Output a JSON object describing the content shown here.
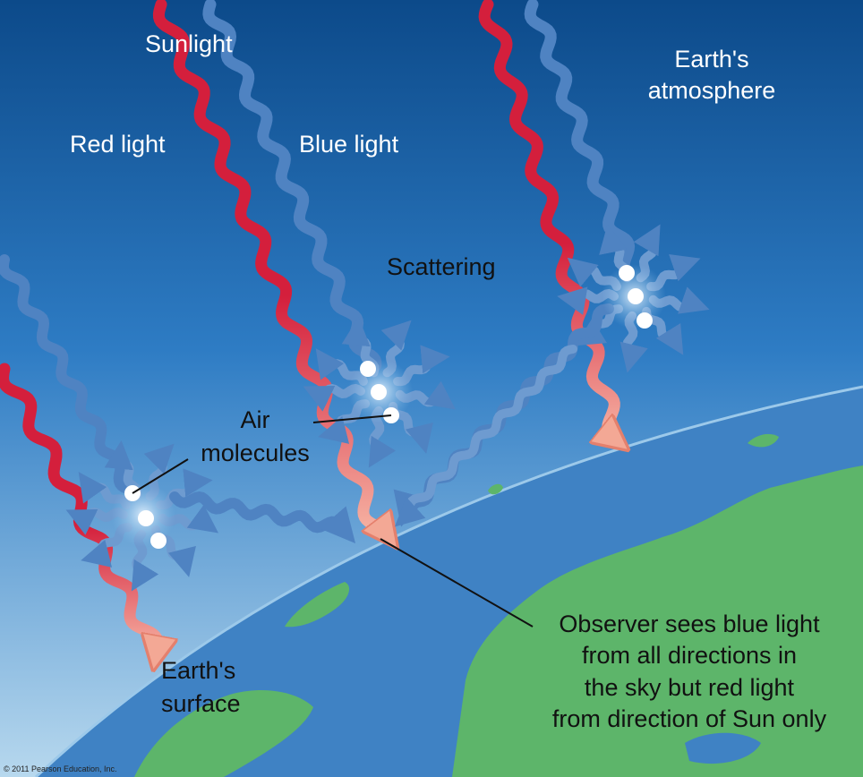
{
  "labels": {
    "sunlight": "Sunlight",
    "red_light": "Red light",
    "blue_light": "Blue light",
    "earths_atmosphere_line1": "Earth's",
    "earths_atmosphere_line2": "atmosphere",
    "scattering": "Scattering",
    "air_molecules_line1": "Air",
    "air_molecules_line2": "molecules",
    "earths_surface_line1": "Earth's",
    "earths_surface_line2": "surface",
    "observer_line1": "Observer sees blue light",
    "observer_line2": "from all directions in",
    "observer_line3": "the sky but red light",
    "observer_line4": "from direction of Sun only"
  },
  "credit": "© 2011 Pearson Education, Inc.",
  "colors": {
    "sky_top": "#0d4f8f",
    "sky_bottom": "#a9cfea",
    "red_wave": "#d41f3c",
    "red_arrow_light": "#f7b7a8",
    "blue_wave": "#4f83c2",
    "ocean": "#3f82c4",
    "land": "#5db56a",
    "molecule": "#ffffff"
  }
}
